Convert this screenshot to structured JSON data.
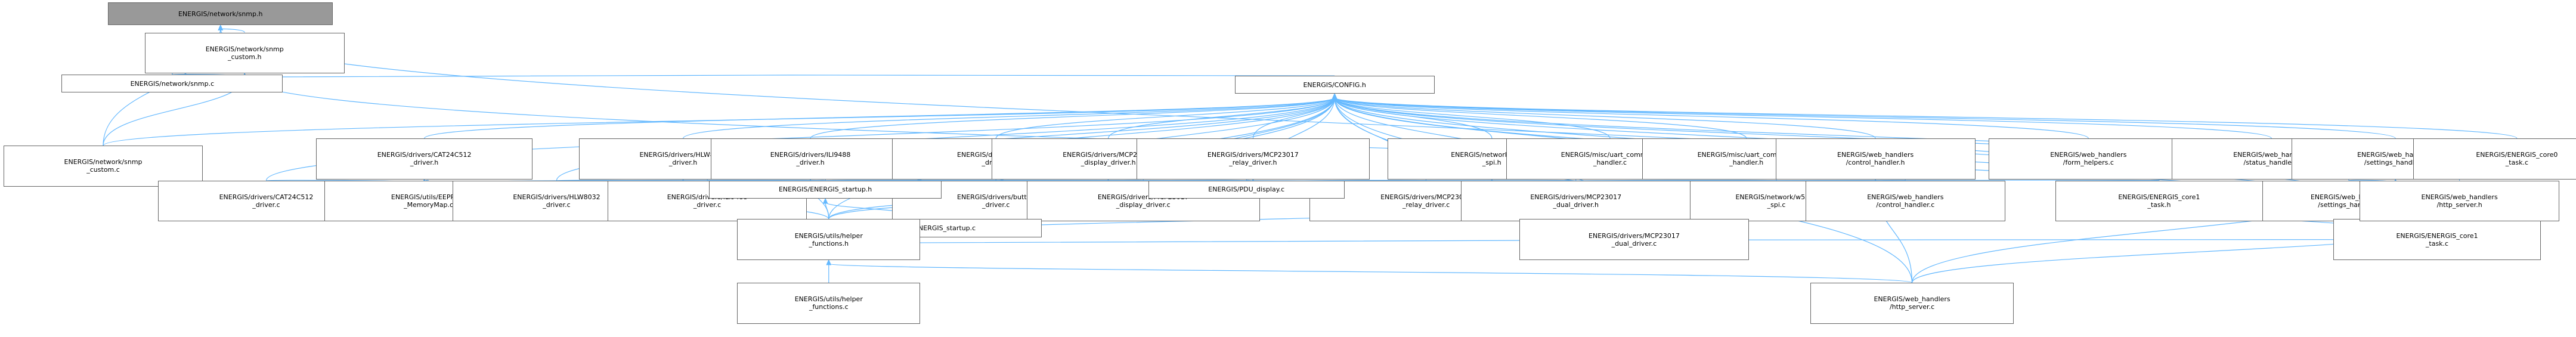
{
  "nodes": [
    {
      "id": "snmp_h",
      "lines": [
        "ENERGIS/network/snmp.h"
      ],
      "root": true
    },
    {
      "id": "snmp_custom_h",
      "lines": [
        "ENERGIS/network/snmp",
        "_custom.h"
      ]
    },
    {
      "id": "snmp_c",
      "lines": [
        "ENERGIS/network/snmp.c"
      ]
    },
    {
      "id": "snmp_custom_c",
      "lines": [
        "ENERGIS/network/snmp",
        "_custom.c"
      ]
    },
    {
      "id": "config_h",
      "lines": [
        "ENERGIS/CONFIG.h"
      ]
    },
    {
      "id": "cat_h",
      "lines": [
        "ENERGIS/drivers/CAT24C512",
        "_driver.h"
      ]
    },
    {
      "id": "cat_c",
      "lines": [
        "ENERGIS/drivers/CAT24C512",
        "_driver.c"
      ]
    },
    {
      "id": "eeprom_mm",
      "lines": [
        "ENERGIS/utils/EEPROM",
        "_MemoryMap.c"
      ]
    },
    {
      "id": "hlw_h",
      "lines": [
        "ENERGIS/drivers/HLW8032",
        "_driver.h"
      ]
    },
    {
      "id": "hlw_c",
      "lines": [
        "ENERGIS/drivers/HLW8032",
        "_driver.c"
      ]
    },
    {
      "id": "ili_h",
      "lines": [
        "ENERGIS/drivers/ILI9488",
        "_driver.h"
      ]
    },
    {
      "id": "ili_c",
      "lines": [
        "ENERGIS/drivers/ILI9488",
        "_driver.c"
      ]
    },
    {
      "id": "btn_h",
      "lines": [
        "ENERGIS/drivers/button",
        "_driver.h"
      ]
    },
    {
      "id": "btn_c",
      "lines": [
        "ENERGIS/drivers/button",
        "_driver.c"
      ]
    },
    {
      "id": "mcp_disp_h",
      "lines": [
        "ENERGIS/drivers/MCP23017",
        "_display_driver.h"
      ]
    },
    {
      "id": "mcp_disp_c",
      "lines": [
        "ENERGIS/drivers/MCP23017",
        "_display_driver.c"
      ]
    },
    {
      "id": "mcp_relay_h",
      "lines": [
        "ENERGIS/drivers/MCP23017",
        "_relay_driver.h"
      ]
    },
    {
      "id": "mcp_relay_c",
      "lines": [
        "ENERGIS/drivers/MCP23017",
        "_relay_driver.c"
      ]
    },
    {
      "id": "pdu_display",
      "lines": [
        "ENERGIS/PDU_display.c"
      ]
    },
    {
      "id": "startup_h",
      "lines": [
        "ENERGIS/ENERGIS_startup.h"
      ]
    },
    {
      "id": "startup_c",
      "lines": [
        "ENERGIS/ENERGIS_startup.c"
      ]
    },
    {
      "id": "helper_h",
      "lines": [
        "ENERGIS/utils/helper",
        "_functions.h"
      ]
    },
    {
      "id": "helper_c",
      "lines": [
        "ENERGIS/utils/helper",
        "_functions.c"
      ]
    },
    {
      "id": "w5x00_h",
      "lines": [
        "ENERGIS/network/w5x00",
        "_spi.h"
      ]
    },
    {
      "id": "w5x00_c",
      "lines": [
        "ENERGIS/network/w5x00",
        "_spi.c"
      ]
    },
    {
      "id": "mcp_dual_h",
      "lines": [
        "ENERGIS/drivers/MCP23017",
        "_dual_driver.h"
      ]
    },
    {
      "id": "mcp_dual_c",
      "lines": [
        "ENERGIS/drivers/MCP23017",
        "_dual_driver.c"
      ]
    },
    {
      "id": "uart_c",
      "lines": [
        "ENERGIS/misc/uart_command",
        "_handler.c"
      ]
    },
    {
      "id": "uart_h",
      "lines": [
        "ENERGIS/misc/uart_command",
        "_handler.h"
      ]
    },
    {
      "id": "ctrl_h",
      "lines": [
        "ENERGIS/web_handlers",
        "/control_handler.h"
      ]
    },
    {
      "id": "ctrl_c",
      "lines": [
        "ENERGIS/web_handlers",
        "/control_handler.c"
      ]
    },
    {
      "id": "form_h",
      "lines": [
        "ENERGIS/web_handlers",
        "/form_helpers.c"
      ]
    },
    {
      "id": "status_c",
      "lines": [
        "ENERGIS/web_handlers",
        "/status_handler.c"
      ]
    },
    {
      "id": "settings_h",
      "lines": [
        "ENERGIS/web_handlers",
        "/settings_handler.h"
      ]
    },
    {
      "id": "settings_c",
      "lines": [
        "ENERGIS/web_handlers",
        "/settings_handler.c"
      ]
    },
    {
      "id": "core0",
      "lines": [
        "ENERGIS/ENERGIS_core0",
        "_task.c"
      ]
    },
    {
      "id": "core1_h",
      "lines": [
        "ENERGIS/ENERGIS_core1",
        "_task.h"
      ]
    },
    {
      "id": "core1_c",
      "lines": [
        "ENERGIS/ENERGIS_core1",
        "_task.c"
      ]
    },
    {
      "id": "http_h",
      "lines": [
        "ENERGIS/web_handlers",
        "/http_server.h"
      ]
    },
    {
      "id": "http_c",
      "lines": [
        "ENERGIS/web_handlers",
        "/http_server.c"
      ]
    }
  ],
  "edges": [
    [
      "snmp_custom_h",
      "snmp_h"
    ],
    [
      "snmp_c",
      "snmp_h"
    ],
    [
      "snmp_custom_c",
      "snmp_h"
    ],
    [
      "core1_c",
      "snmp_h"
    ],
    [
      "snmp_c",
      "snmp_custom_h"
    ],
    [
      "snmp_custom_c",
      "snmp_custom_h"
    ],
    [
      "config_h",
      "snmp_custom_h"
    ],
    [
      "core1_c",
      "snmp_custom_h"
    ],
    [
      "snmp_custom_c",
      "config_h"
    ],
    [
      "cat_h",
      "config_h"
    ],
    [
      "cat_c",
      "config_h"
    ],
    [
      "hlw_h",
      "config_h"
    ],
    [
      "hlw_c",
      "config_h"
    ],
    [
      "ili_h",
      "config_h"
    ],
    [
      "ili_c",
      "config_h"
    ],
    [
      "btn_h",
      "config_h"
    ],
    [
      "btn_c",
      "config_h"
    ],
    [
      "mcp_disp_h",
      "config_h"
    ],
    [
      "mcp_disp_c",
      "config_h"
    ],
    [
      "mcp_relay_h",
      "config_h"
    ],
    [
      "mcp_relay_c",
      "config_h"
    ],
    [
      "pdu_display",
      "config_h"
    ],
    [
      "startup_h",
      "config_h"
    ],
    [
      "startup_c",
      "config_h"
    ],
    [
      "helper_h",
      "config_h"
    ],
    [
      "w5x00_h",
      "config_h"
    ],
    [
      "w5x00_c",
      "config_h"
    ],
    [
      "mcp_dual_h",
      "config_h"
    ],
    [
      "mcp_dual_c",
      "config_h"
    ],
    [
      "uart_c",
      "config_h"
    ],
    [
      "uart_h",
      "config_h"
    ],
    [
      "ctrl_h",
      "config_h"
    ],
    [
      "ctrl_c",
      "config_h"
    ],
    [
      "form_h",
      "config_h"
    ],
    [
      "status_c",
      "config_h"
    ],
    [
      "settings_h",
      "config_h"
    ],
    [
      "settings_c",
      "config_h"
    ],
    [
      "core0",
      "config_h"
    ],
    [
      "core1_h",
      "config_h"
    ],
    [
      "core1_c",
      "config_h"
    ],
    [
      "http_h",
      "config_h"
    ],
    [
      "http_c",
      "config_h"
    ],
    [
      "cat_c",
      "cat_h"
    ],
    [
      "eeprom_mm",
      "cat_h"
    ],
    [
      "startup_h",
      "cat_h"
    ],
    [
      "helper_h",
      "cat_h"
    ],
    [
      "hlw_c",
      "hlw_h"
    ],
    [
      "startup_h",
      "hlw_h"
    ],
    [
      "ili_c",
      "ili_h"
    ],
    [
      "startup_h",
      "ili_h"
    ],
    [
      "helper_h",
      "ili_h"
    ],
    [
      "btn_c",
      "btn_h"
    ],
    [
      "startup_h",
      "btn_h"
    ],
    [
      "mcp_disp_c",
      "mcp_disp_h"
    ],
    [
      "pdu_display",
      "mcp_disp_h"
    ],
    [
      "startup_h",
      "mcp_disp_h"
    ],
    [
      "helper_h",
      "mcp_disp_h"
    ],
    [
      "mcp_relay_c",
      "mcp_relay_h"
    ],
    [
      "pdu_display",
      "mcp_relay_h"
    ],
    [
      "startup_h",
      "mcp_relay_h"
    ],
    [
      "helper_h",
      "mcp_relay_h"
    ],
    [
      "mcp_dual_h",
      "mcp_relay_h"
    ],
    [
      "startup_c",
      "startup_h"
    ],
    [
      "helper_h",
      "startup_h"
    ],
    [
      "helper_c",
      "helper_h"
    ],
    [
      "startup_c",
      "helper_h"
    ],
    [
      "http_c",
      "helper_h"
    ],
    [
      "core1_c",
      "helper_h"
    ],
    [
      "w5x00_c",
      "w5x00_h"
    ],
    [
      "mcp_dual_c",
      "w5x00_h"
    ],
    [
      "startup_h",
      "w5x00_h"
    ],
    [
      "core1_h",
      "w5x00_h"
    ],
    [
      "mcp_dual_c",
      "mcp_dual_h"
    ],
    [
      "startup_h",
      "mcp_dual_h"
    ],
    [
      "helper_h",
      "mcp_dual_h"
    ],
    [
      "ctrl_c",
      "ctrl_h"
    ],
    [
      "http_c",
      "ctrl_h"
    ],
    [
      "settings_c",
      "settings_h"
    ],
    [
      "http_c",
      "settings_h"
    ],
    [
      "core1_c",
      "core1_h"
    ],
    [
      "core1_c",
      "http_h"
    ],
    [
      "http_c",
      "http_h"
    ]
  ]
}
